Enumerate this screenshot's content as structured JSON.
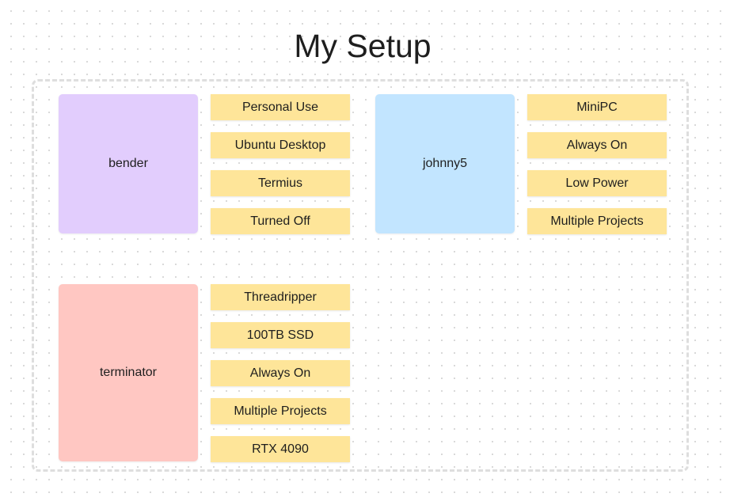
{
  "title": "My Setup",
  "colors": {
    "bender": "#e2cdfd",
    "johnny5": "#c2e5ff",
    "terminator": "#ffc7c2",
    "sticky": "#fee599"
  },
  "machines": [
    {
      "name": "bender",
      "tags": [
        "Personal Use",
        "Ubuntu Desktop",
        "Termius",
        "Turned Off"
      ]
    },
    {
      "name": "johnny5",
      "tags": [
        "MiniPC",
        "Always On",
        "Low Power",
        "Multiple Projects"
      ]
    },
    {
      "name": "terminator",
      "tags": [
        "Threadripper",
        "100TB SSD",
        "Always On",
        "Multiple Projects",
        "RTX 4090"
      ]
    }
  ]
}
